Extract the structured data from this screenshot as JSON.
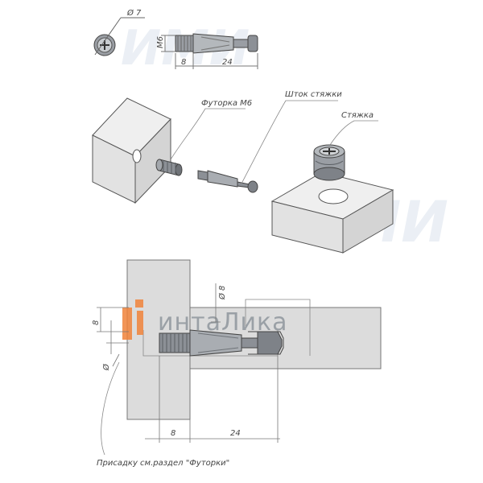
{
  "labels": {
    "nut": "Футорка М6",
    "rod": "Шток стяжки",
    "cam": "Стяжка",
    "drilling_note": "Присадку см.раздел \"Футорки\""
  },
  "dimensions": {
    "top_diameter": "Ø 7",
    "top_thread": "М6",
    "top_len_a": "8",
    "top_len_b": "24",
    "sec_diameter": "Ø 8",
    "sec_height": "8",
    "sec_left_diam": "Ø",
    "sec_len_a": "8",
    "sec_len_b": "24"
  },
  "brand": {
    "name": "интаЛика",
    "watermark": "ИМИ"
  },
  "colors": {
    "brand_orange": "#f0823a",
    "panel_fill": "#dcdcdc",
    "part_fill": "#8c9096",
    "line": "#555555"
  }
}
